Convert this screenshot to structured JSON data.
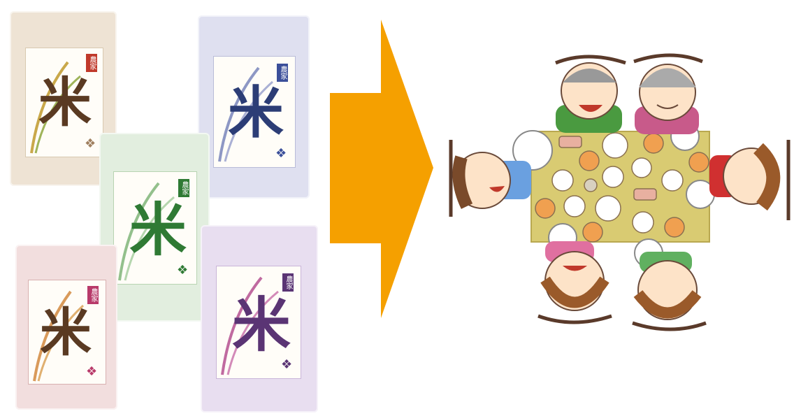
{
  "bags": [
    {
      "id": "beige",
      "char": "米",
      "tag": "農家",
      "emblem": "❖",
      "bag_color": "#eee3d4",
      "text_color": "#5a3a22",
      "tag_color": "#c0392b",
      "wheat_color": "#c9a84a"
    },
    {
      "id": "blue",
      "char": "米",
      "tag": "農家",
      "emblem": "❖",
      "bag_color": "#dfe0f0",
      "text_color": "#2c3d76",
      "tag_color": "#3b4f9a",
      "wheat_color": "#8d97c4"
    },
    {
      "id": "green",
      "char": "米",
      "tag": "農家",
      "emblem": "❖",
      "bag_color": "#e2eedf",
      "text_color": "#2f7a34",
      "tag_color": "#2f7a34",
      "wheat_color": "#93c08c"
    },
    {
      "id": "pink",
      "char": "米",
      "tag": "農家",
      "emblem": "❖",
      "bag_color": "#f2dede",
      "text_color": "#5a3a22",
      "tag_color": "#b83a6a",
      "wheat_color": "#d99a5a"
    },
    {
      "id": "purple",
      "char": "米",
      "tag": "農家",
      "emblem": "❖",
      "bag_color": "#e8def0",
      "text_color": "#5a3474",
      "tag_color": "#5a3474",
      "wheat_color": "#c06aa0"
    }
  ],
  "arrow_color": "#f5a000",
  "table_color": "#d9cb72"
}
